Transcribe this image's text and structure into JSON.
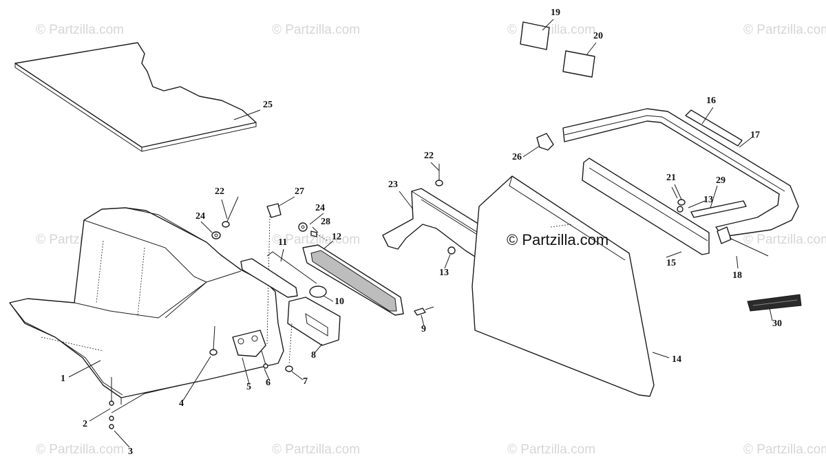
{
  "watermark": {
    "text": "© Partzilla.com",
    "color": "#d6d6d6"
  },
  "center_watermark": {
    "text": "© Partzilla.com",
    "color": "#111111"
  },
  "callouts": {
    "c1": "1",
    "c2": "2",
    "c3": "3",
    "c4": "4",
    "c5": "5",
    "c6": "6",
    "c7": "7",
    "c8": "8",
    "c9": "9",
    "c10": "10",
    "c11": "11",
    "c12": "12",
    "c13a": "13",
    "c13b": "13",
    "c14": "14",
    "c15": "15",
    "c16": "16",
    "c17": "17",
    "c18": "18",
    "c19": "19",
    "c20": "20",
    "c21": "21",
    "c22a": "22",
    "c22b": "22",
    "c23": "23",
    "c24a": "24",
    "c24b": "24",
    "c25": "25",
    "c26": "26",
    "c27": "27",
    "c28": "28",
    "c29": "29",
    "c30": "30"
  }
}
